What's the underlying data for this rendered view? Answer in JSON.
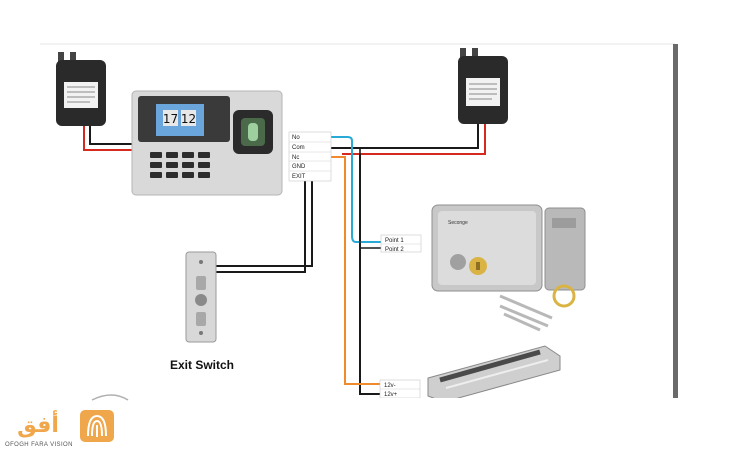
{
  "terminals": [
    "No",
    "Com",
    "Nc",
    "GND",
    "EXIT"
  ],
  "lock_points": [
    "Point 1",
    "Point 2"
  ],
  "maglock_terminals": [
    "12v-",
    "12v+"
  ],
  "exit_switch_label": "Exit Switch",
  "clock_display": {
    "hours": "17",
    "minutes": "12"
  },
  "lock_brand": "Seconge",
  "logo": {
    "arabic": "أفق",
    "latin": "OFOGH FARA VISION"
  },
  "colors": {
    "black_wire": "#1a1a1a",
    "red_wire": "#d42a1f",
    "blue_wire": "#29a9d6",
    "orange_wire": "#ef8a2f",
    "logo_accent": "#f0a64a"
  }
}
